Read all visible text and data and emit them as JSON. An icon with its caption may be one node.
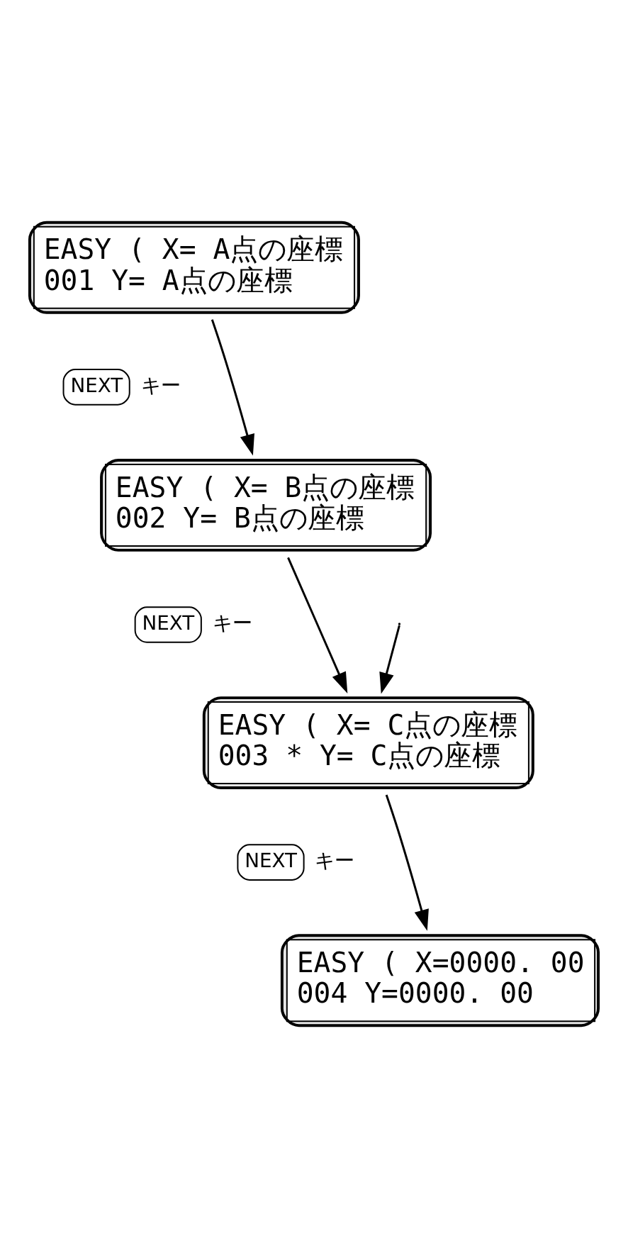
{
  "diagram": {
    "nodes": [
      {
        "text": [
          "EASY ( X= A点の座標",
          "001 Y= A点の座標"
        ]
      },
      {
        "text": [
          "NEXT"
        ],
        "beside": [
          "キー"
        ]
      },
      {
        "text": [
          "EASY ( X= B点の座標",
          "002 Y= B点の座標"
        ]
      },
      {
        "text": [
          "NEXT"
        ],
        "beside": [
          "キー"
        ]
      },
      {
        "text": [
          "EASY ( X= C点の座標",
          "003 * Y= C点の座標"
        ]
      },
      {
        "text": [
          "NEXT"
        ],
        "beside": [
          "キー"
        ]
      },
      {
        "text": [
          "EASY ( X=0000. 00",
          "004 Y=0000. 00"
        ]
      }
    ],
    "edges": [
      {
        "from": 0,
        "to": 2,
        "arrow": "to"
      },
      {
        "from": 2,
        "to": 4,
        "arrow": "to"
      },
      {
        "from": null,
        "to": 4,
        "arrow": "to"
      },
      {
        "from": 4,
        "to": 6,
        "arrow": "to"
      }
    ]
  }
}
